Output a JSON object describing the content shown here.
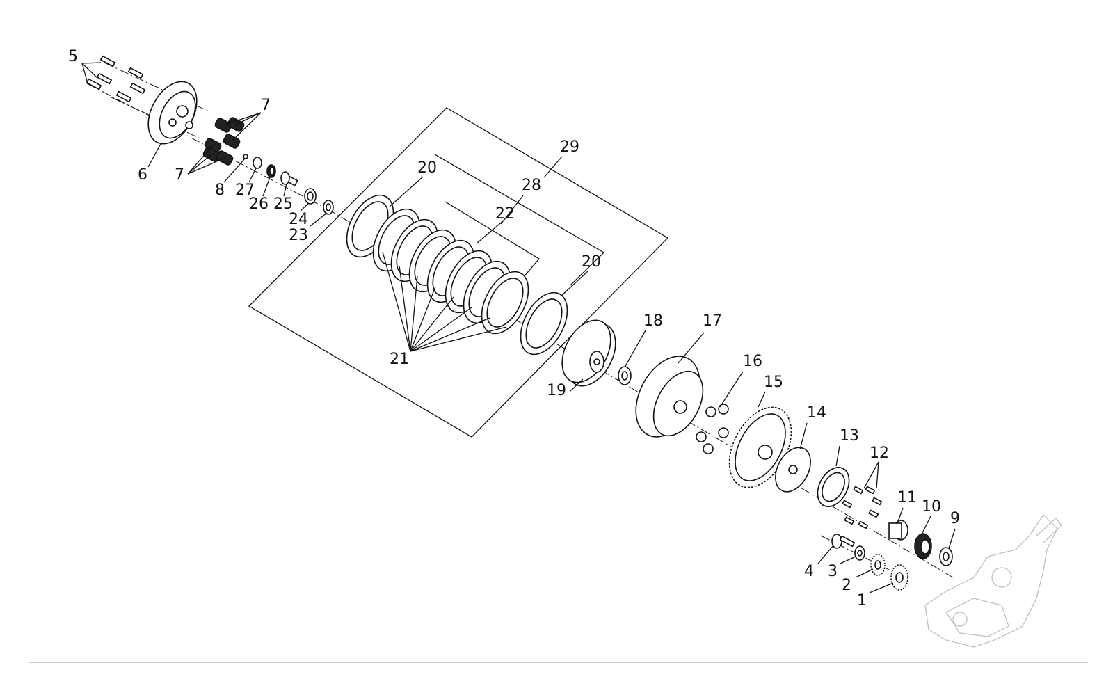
{
  "diagram": {
    "labels": [
      "5",
      "7",
      "7",
      "6",
      "8",
      "27",
      "26",
      "25",
      "24",
      "23",
      "20",
      "29",
      "28",
      "22",
      "20",
      "21",
      "18",
      "17",
      "19",
      "16",
      "15",
      "14",
      "13",
      "12",
      "11",
      "10",
      "9",
      "4",
      "3",
      "2",
      "1"
    ]
  },
  "colors": {
    "line": "#111111",
    "rule": "#c9c9c9",
    "background": "#ffffff"
  }
}
